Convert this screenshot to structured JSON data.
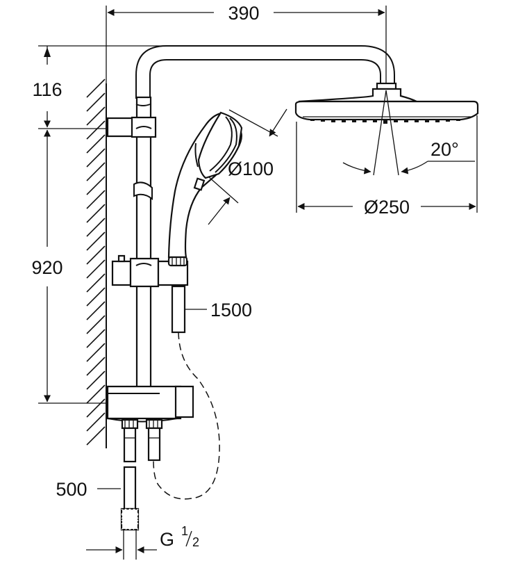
{
  "dimensions": {
    "arm_reach": "390",
    "top_offset": "116",
    "rail_height": "920",
    "hand_shower_diameter": "Ø100",
    "head_shower_diameter": "Ø250",
    "head_tilt_angle": "20°",
    "hose_length": "1500",
    "connection_length": "500",
    "thread_main": "G",
    "thread_num": "1",
    "thread_den": "2"
  }
}
